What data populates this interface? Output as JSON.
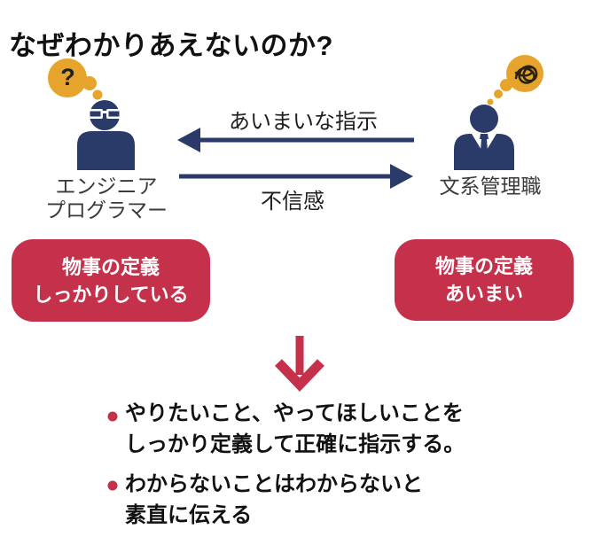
{
  "title": "なぜわかりあえないのか?",
  "colors": {
    "navy": "#2a3a69",
    "orange": "#e6a42c",
    "red": "#c5304a",
    "heading_text": "#111111",
    "label_text": "#3a3a3a",
    "box_text": "#ffffff"
  },
  "left_actor": {
    "thought_symbol": "?",
    "label_line1": "エンジニア",
    "label_line2": "プログラマー",
    "box_line1": "物事の定義",
    "box_line2": "しっかりしている"
  },
  "right_actor": {
    "label": "文系管理職",
    "box_line1": "物事の定義",
    "box_line2": "あいまい"
  },
  "arrows": {
    "to_left_label": "あいまいな指示",
    "to_right_label": "不信感"
  },
  "conclusions": [
    {
      "line1": "やりたいこと、やってほしいことを",
      "line2": "しっかり定義して正確に指示する。"
    },
    {
      "line1": "わからないことはわからないと",
      "line2": "素直に伝える"
    }
  ]
}
